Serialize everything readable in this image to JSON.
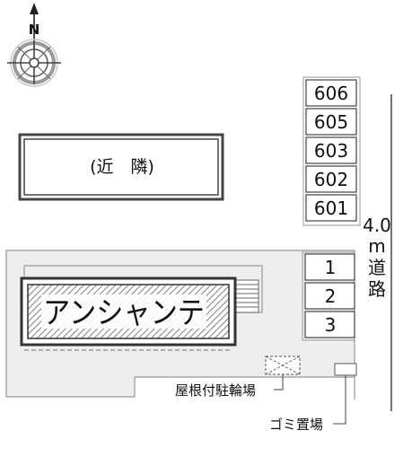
{
  "compass": {
    "north_label": "N"
  },
  "neighbor": {
    "label": "(近　隣)"
  },
  "building": {
    "name": "アンシャンテ"
  },
  "parking_offsite": [
    "606",
    "605",
    "603",
    "602",
    "601"
  ],
  "parking_onsite": [
    "1",
    "2",
    "3"
  ],
  "road": {
    "width_label": [
      "4.0",
      "m",
      "道",
      "路"
    ]
  },
  "callouts": {
    "bike_parking": "屋根付駐輪場",
    "garbage": "ゴミ置場"
  },
  "colors": {
    "lot_fill": "#eeeeee",
    "lot_edge": "#999999",
    "frame": "#444444",
    "hatch": "#888888"
  }
}
